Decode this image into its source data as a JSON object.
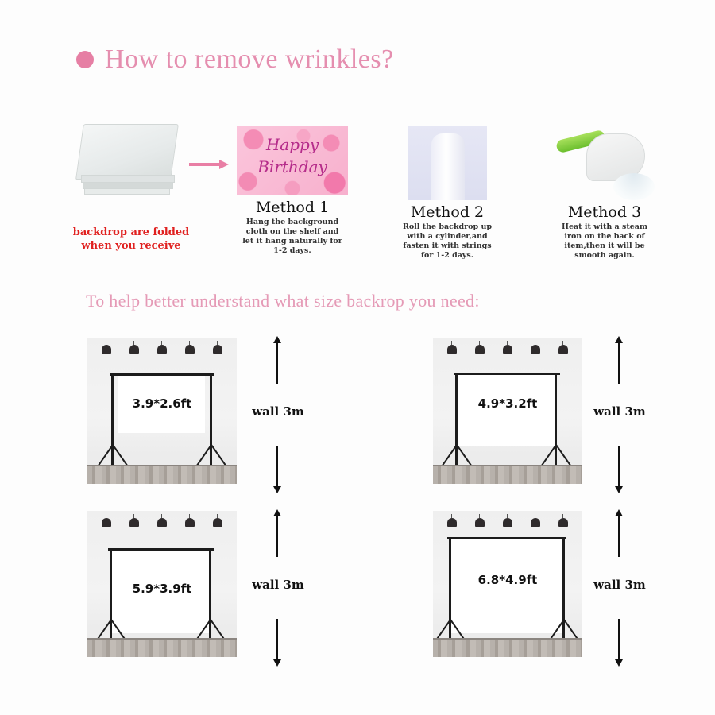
{
  "header": {
    "title": "How to remove wrinkles?",
    "accent_color": "#e67fa4"
  },
  "intro": {
    "folded_caption_line1": "backdrop are folded",
    "folded_caption_line2": "when you receive",
    "caption_color": "#e0201f",
    "arrow_icon": "arrow-right-icon"
  },
  "methods": [
    {
      "title": "Method 1",
      "image": "happy-birthday-backdrop",
      "image_text_1": "Happy",
      "image_text_2": "Birthday",
      "lines": [
        "Hang the background",
        "cloth on the shelf and",
        "let it hang naturally for",
        "1-2 days."
      ]
    },
    {
      "title": "Method 2",
      "image": "rolled-cylinder",
      "lines": [
        "Roll the backdrop up",
        "with a cylinder,and",
        "fasten it with strings",
        "for 1-2 days."
      ]
    },
    {
      "title": "Method 3",
      "image": "steam-iron",
      "lines": [
        "Heat it with a steam",
        "iron on the back of",
        "item,then it will be",
        "smooth again."
      ]
    }
  ],
  "size_section": {
    "subtitle": "To help better understand what size backrop you need:",
    "subtitle_color": "#e59ab6",
    "sizes": [
      {
        "label": "3.9*2.6ft",
        "wall": "wall 3m"
      },
      {
        "label": "4.9*3.2ft",
        "wall": "wall 3m"
      },
      {
        "label": "5.9*3.9ft",
        "wall": "wall 3m"
      },
      {
        "label": "6.8*4.9ft",
        "wall": "wall 3m"
      }
    ]
  }
}
